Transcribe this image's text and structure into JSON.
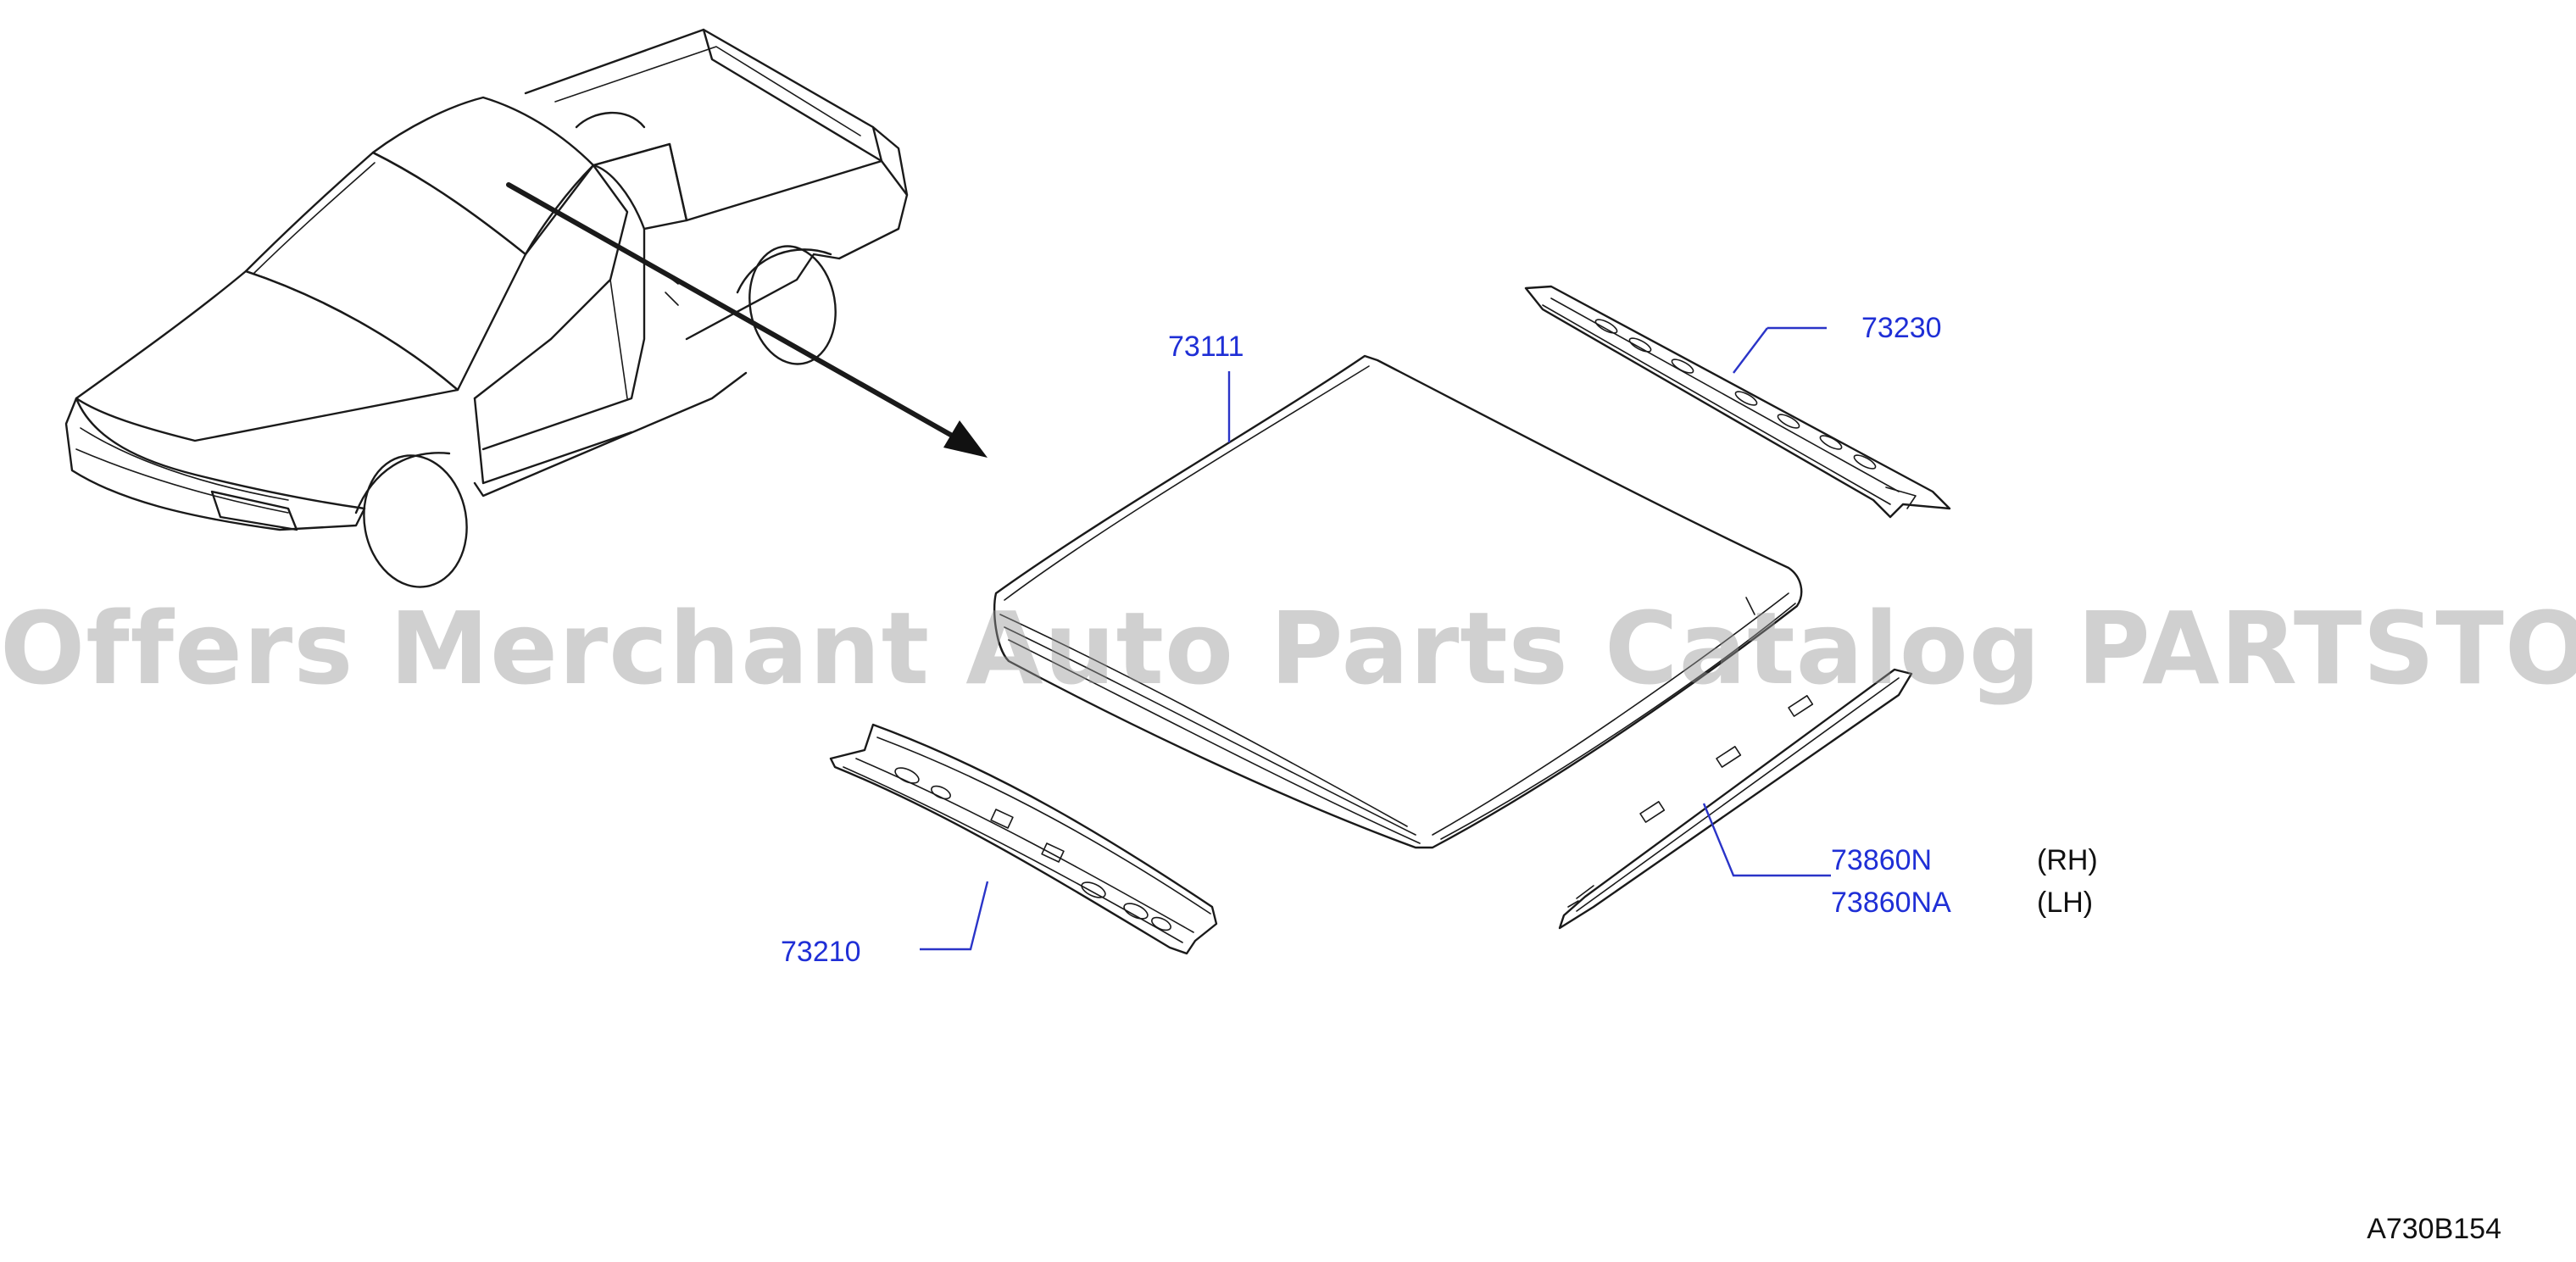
{
  "diagram": {
    "parts": {
      "roof_panel": "73111",
      "rear_roof_rail": "73230",
      "front_roof_rail": "73210",
      "side_rail_rh": "73860N",
      "side_rail_lh": "73860NA"
    },
    "sides": {
      "rh": "(RH)",
      "lh": "(LH)"
    },
    "diagram_code": "A730B154"
  },
  "watermark": "Offers Merchant Auto Parts Catalog PARTSTORE.SA"
}
